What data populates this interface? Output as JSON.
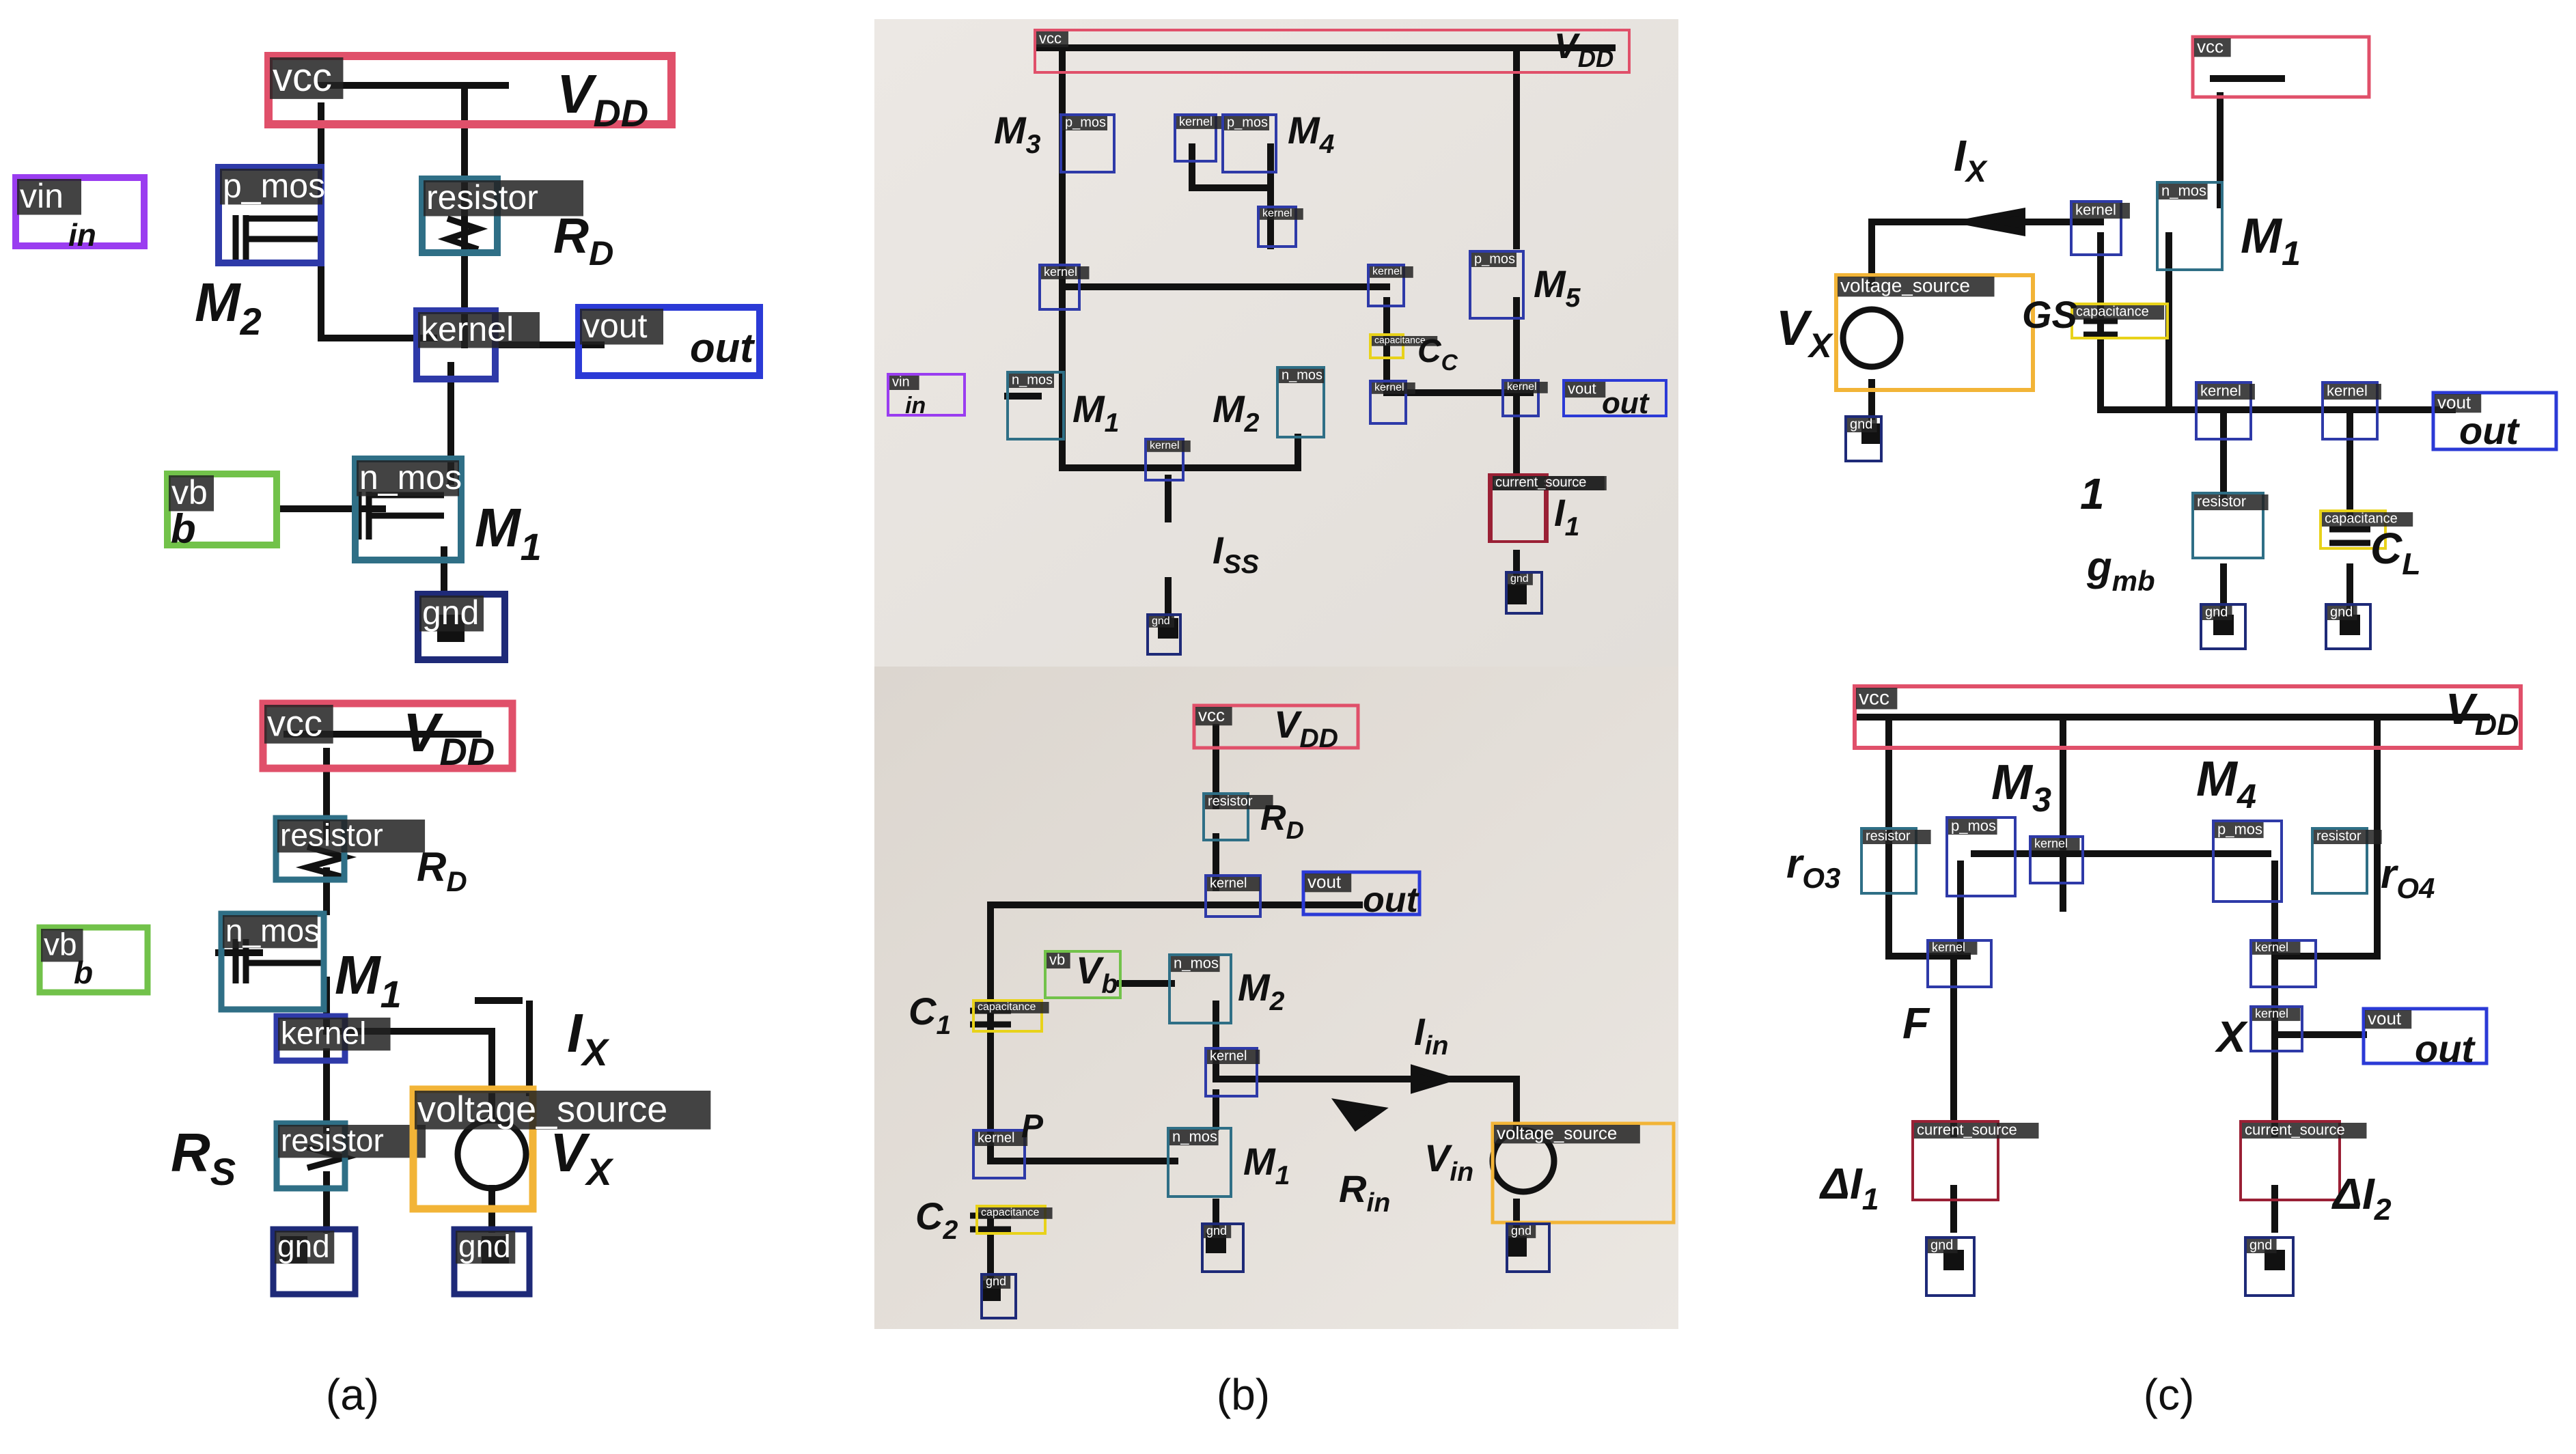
{
  "panel_captions": [
    "(a)",
    "(b)",
    "(c)"
  ],
  "category_colors": {
    "vcc": "#e0506a",
    "gnd": "#1e2a78",
    "kernel": "#2e3aa8",
    "vin": "#9a3df0",
    "vout": "#2b3ad6",
    "vb": "#72c24a",
    "p_mos": "#2e3aa8",
    "n_mos": "#2f6f86",
    "resistor": "#2f6f86",
    "capacitance": "#e8d21a",
    "voltage_source": "#f2b437",
    "current_source": "#9a2035"
  },
  "detection_labels": {
    "a_top": [
      "vcc",
      "p_mos",
      "resistor",
      "vin",
      "kernel",
      "vout",
      "vb",
      "n_mos",
      "gnd"
    ],
    "a_bottom": [
      "vcc",
      "resistor",
      "vb",
      "n_mos",
      "kernel",
      "resistor",
      "voltage_source",
      "gnd",
      "gnd"
    ],
    "b_top": [
      "vcc",
      "p_mos",
      "kernel",
      "p_mos",
      "kernel",
      "kernel",
      "kernel",
      "p_mos",
      "capacitance",
      "vin",
      "n_mos",
      "kernel",
      "n_mos",
      "kernel",
      "kernel",
      "vout",
      "current_source",
      "current_source",
      "gnd",
      "gnd"
    ],
    "b_bottom": [
      "vcc",
      "resistor",
      "kernel",
      "vout",
      "vb",
      "n_mos",
      "capacitance",
      "kernel",
      "kernel",
      "n_mos",
      "voltage_source",
      "capacitance",
      "gnd",
      "gnd",
      "gnd"
    ],
    "c_top": [
      "vcc",
      "kernel",
      "n_mos",
      "voltage_source",
      "capacitance",
      "kernel",
      "kernel",
      "vout",
      "gnd",
      "resistor",
      "capacitance",
      "gnd",
      "gnd"
    ],
    "c_bottom": [
      "vcc",
      "resistor",
      "p_mos",
      "kernel",
      "p_mos",
      "resistor",
      "kernel",
      "kernel",
      "kernel",
      "vout",
      "current_source",
      "current_source",
      "gnd",
      "gnd"
    ]
  },
  "schematic_text": {
    "a_top": [
      "V_DD",
      "in",
      "M_2",
      "R_D",
      "out",
      "b",
      "M_1"
    ],
    "a_bottom": [
      "V_DD",
      "R_D",
      "b",
      "M_1",
      "I_X",
      "R_S",
      "V_X"
    ],
    "b_top": [
      "V_DD",
      "M_3",
      "M_4",
      "M_5",
      "C_C",
      "in",
      "M_1",
      "M_2",
      "out",
      "I_SS",
      "I_1"
    ],
    "b_bottom": [
      "V_DD",
      "R_D",
      "out",
      "V_b",
      "M_2",
      "C_1",
      "I_in",
      "P",
      "M_1",
      "R_in",
      "V_in",
      "C_2"
    ],
    "c_top": [
      "I_X",
      "M_1",
      "V_X",
      "GS",
      "out",
      "1",
      "g_mb",
      "C_L"
    ],
    "c_bottom": [
      "V_DD",
      "M_3",
      "M_4",
      "r_O3",
      "r_O4",
      "F",
      "X",
      "out",
      "ΔI_1",
      "ΔI_2"
    ]
  }
}
